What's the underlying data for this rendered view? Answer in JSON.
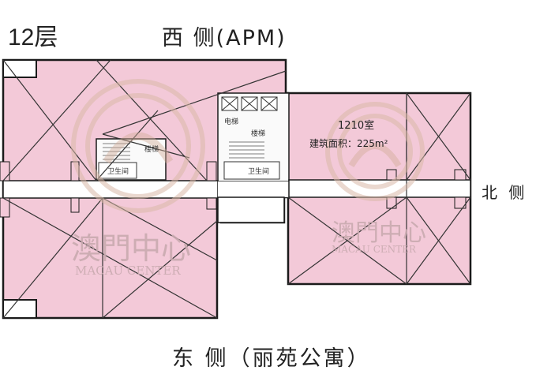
{
  "labels": {
    "floor": "12层",
    "west": "西 侧(APM)",
    "north": "北 侧",
    "east": "东 侧（丽苑公寓）"
  },
  "rooms": {
    "unit_number": "1210室",
    "unit_area": "建筑面积：225m²",
    "elevator": "电梯",
    "stairs_center": "楼梯",
    "stairs_left": "楼梯",
    "toilet_left": "卫生间",
    "toilet_center": "卫生间"
  },
  "watermark": {
    "chinese": "澳門中心",
    "english": "MACAU CENTER"
  },
  "colors": {
    "floor_fill": "#f3c9d8",
    "wall": "#1a1a1a",
    "corridor": "#ffffff"
  }
}
